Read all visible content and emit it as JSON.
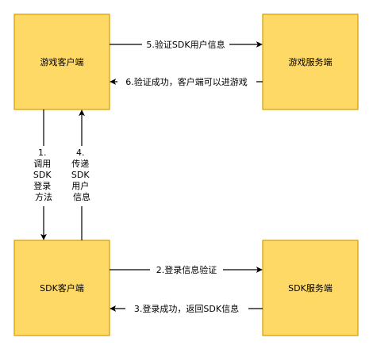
{
  "nodes": {
    "game_client": {
      "label": "游戏客户端"
    },
    "game_server": {
      "label": "游戏服务端"
    },
    "sdk_client": {
      "label": "SDK客户端"
    },
    "sdk_server": {
      "label": "SDK服务端"
    }
  },
  "edges": {
    "verify_sdk_user": {
      "label": "5.验证SDK用户信息"
    },
    "verify_success": {
      "label": "6.验证成功，客户端可以进游戏"
    },
    "call_sdk_login": {
      "label_lines": [
        "1.",
        "调用",
        "SDK",
        "登录",
        "方法"
      ]
    },
    "pass_sdk_user": {
      "label_lines": [
        "4.",
        "传递",
        "SDK",
        "用户",
        "信息"
      ]
    },
    "login_verify": {
      "label": "2.登录信息验证"
    },
    "login_success": {
      "label": "3.登录成功，返回SDK信息"
    }
  },
  "colors": {
    "node_fill": "#FFD966",
    "node_stroke": "#D79B00",
    "edge": "#000000"
  }
}
